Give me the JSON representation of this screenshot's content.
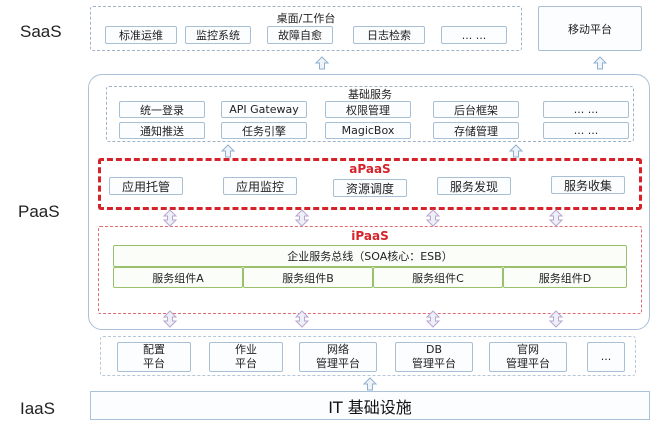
{
  "layers": {
    "saas": "SaaS",
    "paas": "PaaS",
    "iaas": "IaaS"
  },
  "saas": {
    "desktop_title": "桌面/工作台",
    "desktop_items": [
      "标准运维",
      "监控系统",
      "故障自愈",
      "日志检索",
      "... ..."
    ],
    "mobile": "移动平台"
  },
  "basic_services": {
    "title": "基础服务",
    "row1": [
      "统一登录",
      "API Gateway",
      "权限管理",
      "后台框架",
      "... ..."
    ],
    "row2": [
      "通知推送",
      "任务引擎",
      "MagicBox",
      "存储管理",
      "... ..."
    ]
  },
  "apaas": {
    "title": "aPaaS",
    "items": [
      "应用托管",
      "应用监控",
      "资源调度",
      "服务发现",
      "服务收集"
    ]
  },
  "ipaas": {
    "title": "iPaaS",
    "esb": "企业服务总线（SOA核心：ESB）",
    "components": [
      "服务组件A",
      "服务组件B",
      "服务组件C",
      "服务组件D"
    ]
  },
  "platforms": [
    [
      "配置",
      "平台"
    ],
    [
      "作业",
      "平台"
    ],
    [
      "网络",
      "管理平台"
    ],
    [
      "DB",
      "管理平台"
    ],
    [
      "官网",
      "管理平台"
    ],
    [
      "...",
      ""
    ]
  ],
  "iaas_bar": "IT 基础设施",
  "colors": {
    "accent_red": "#d6232a",
    "border_blue": "#a9c1d9",
    "green": "#99c06b",
    "arrow_fill": "#eef4fa"
  }
}
